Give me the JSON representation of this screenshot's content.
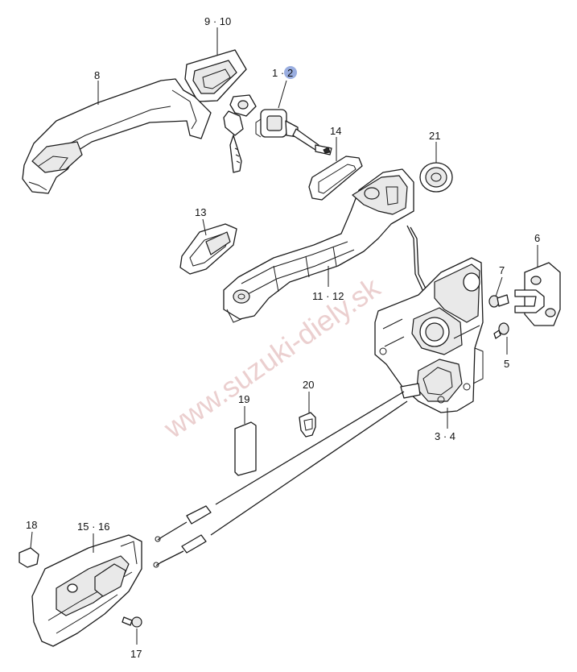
{
  "diagram": {
    "watermark": "www.suzuki-diely.sk",
    "highlight_color": "#9aaee0",
    "callouts": {
      "c_9_10": "9 · 10",
      "c_1": "1 ·",
      "c_2": "2",
      "c_8": "8",
      "c_14": "14",
      "c_21": "21",
      "c_13": "13",
      "c_6": "6",
      "c_7": "7",
      "c_11_12": "11 · 12",
      "c_5": "5",
      "c_20": "20",
      "c_19": "19",
      "c_3_4": "3 · 4",
      "c_18": "18",
      "c_15_16": "15 · 16",
      "c_17": "17"
    }
  }
}
